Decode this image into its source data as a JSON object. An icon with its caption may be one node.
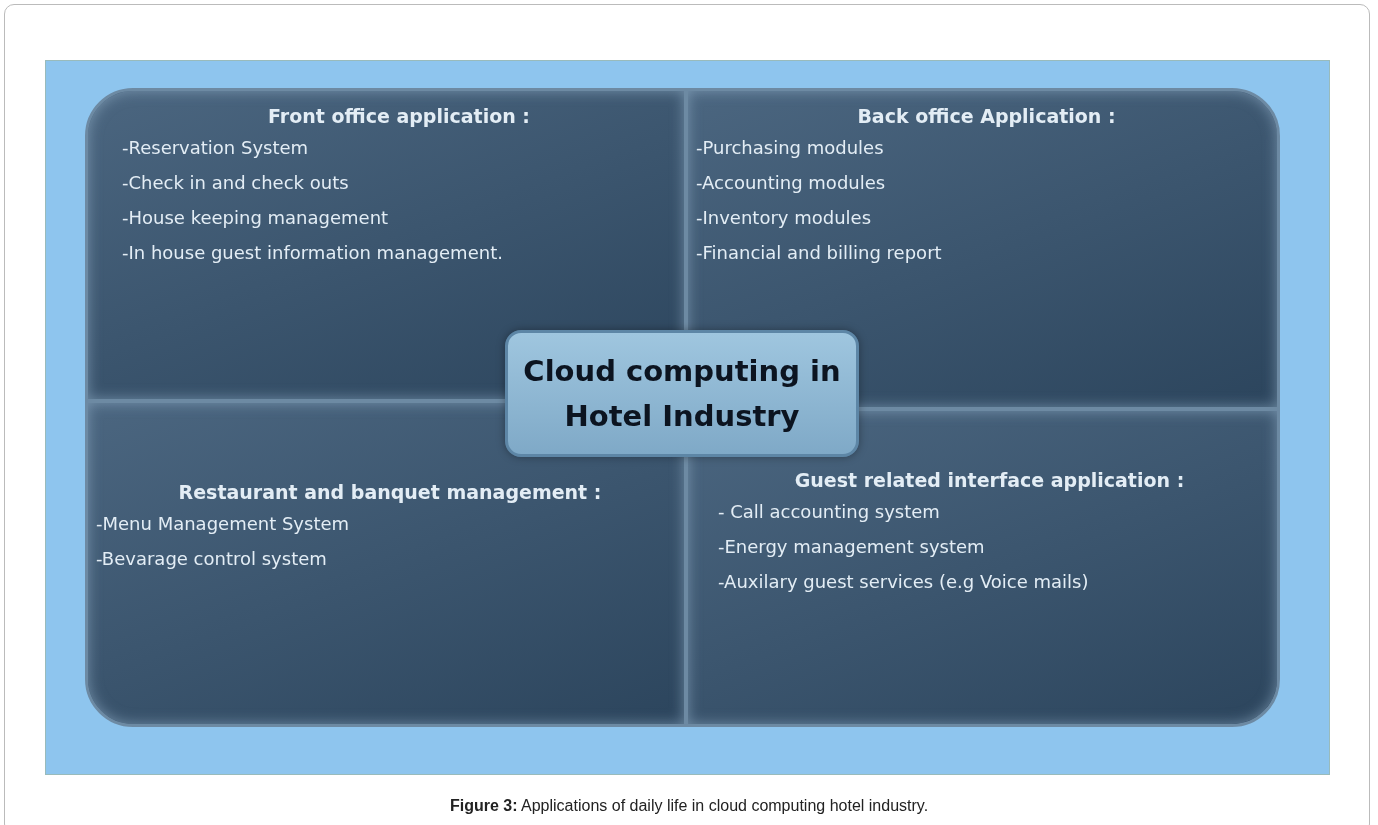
{
  "diagram": {
    "caption": "**Figure 3:** Applications of daily life in cloud computing hotel industry.",
    "nodes": [
      {
        "text": [
          "Front office application :",
          "-Reservation System",
          "-Check in and check outs",
          "-House keeping management",
          "-In house guest information management."
        ]
      },
      {
        "text": [
          "Back office Application :",
          "-Purchasing modules",
          "-Accounting modules",
          "-Inventory modules",
          "-Financial and billing report"
        ]
      },
      {
        "text": [
          "Restaurant and banquet management :",
          "-Menu Management System",
          "-Bevarage control system"
        ]
      },
      {
        "text": [
          "Guest related interface application :",
          "- Call accounting system",
          "-Energy management system",
          "-Auxilary guest services (e.g Voice mails)"
        ]
      },
      {
        "text": [
          "Cloud computing in Hotel Industry"
        ]
      }
    ]
  }
}
